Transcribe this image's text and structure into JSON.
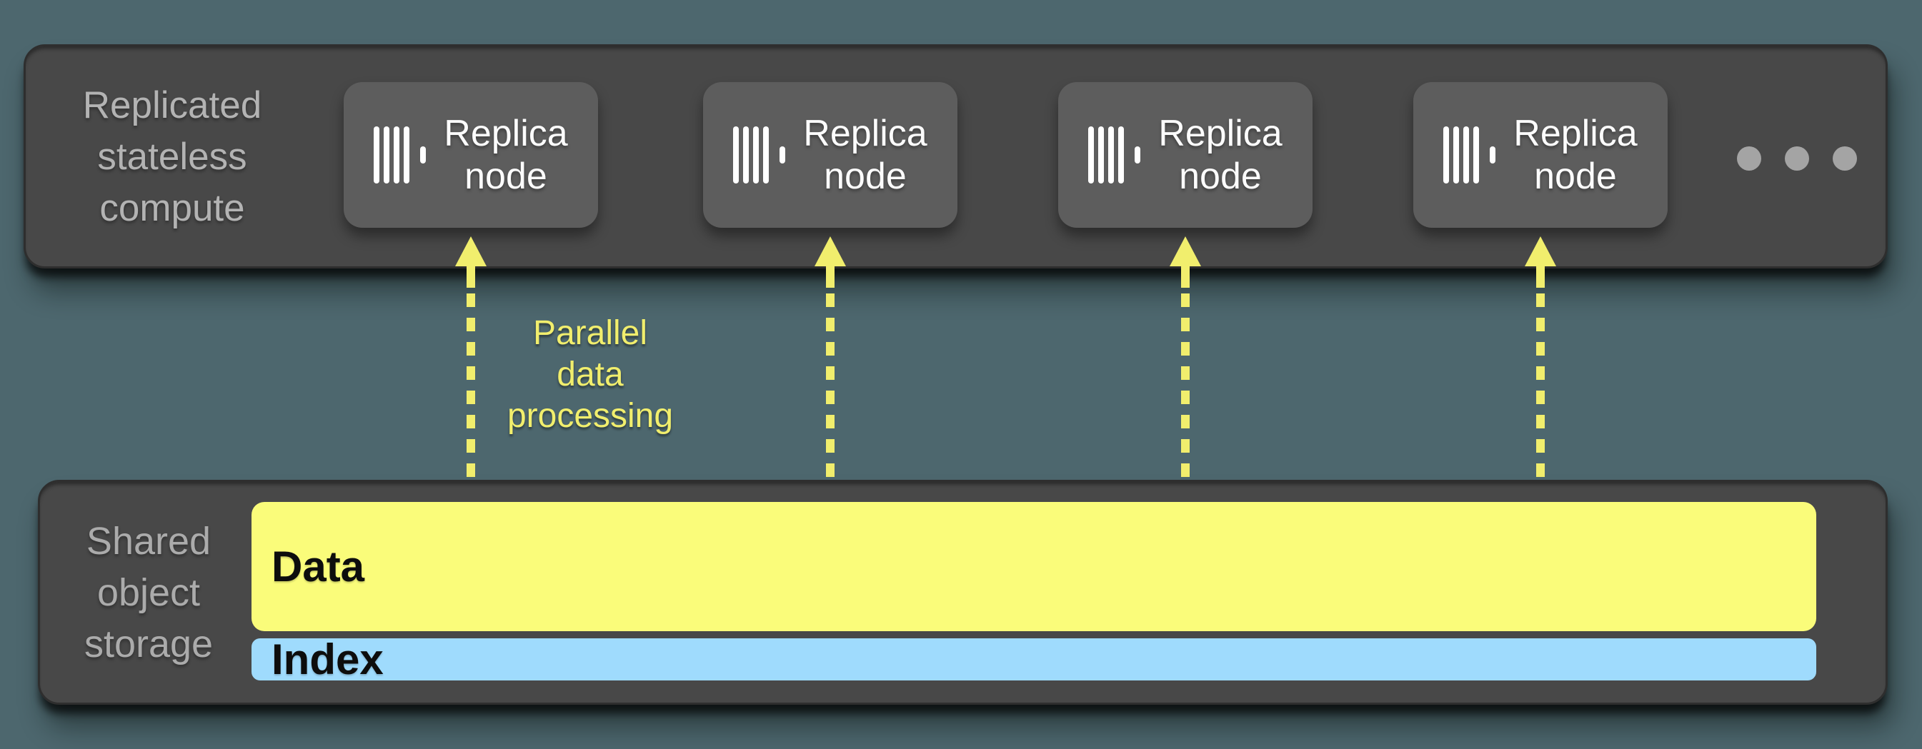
{
  "colors": {
    "background": "#4d676e",
    "panel": "#484848",
    "panel_edge": "#2e2e2e",
    "node": "#5d5d5d",
    "node_text": "#fcfcfc",
    "compute_label": "#b3b3b3",
    "storage_label": "#ababab",
    "accent_yellow": "#f1ee6d",
    "data_bar": "#fafc7a",
    "index_bar": "#9fdbfd",
    "bar_text": "#0d0d0d",
    "ellipsis_dot": "#a4a4a4",
    "icon": "#ffffff"
  },
  "compute": {
    "label_lines": [
      "Replicated",
      "stateless",
      "compute"
    ],
    "nodes": [
      {
        "icon": "vertical-bars-icon",
        "line1": "Replica",
        "line2": "node"
      },
      {
        "icon": "vertical-bars-icon",
        "line1": "Replica",
        "line2": "node"
      },
      {
        "icon": "vertical-bars-icon",
        "line1": "Replica",
        "line2": "node"
      },
      {
        "icon": "vertical-bars-icon",
        "line1": "Replica",
        "line2": "node"
      }
    ],
    "ellipsis_dots": 3
  },
  "flow": {
    "label_lines": [
      "Parallel",
      "data",
      "processing"
    ],
    "arrow_count": 4,
    "direction": "storage-to-compute"
  },
  "storage": {
    "label_lines": [
      "Shared",
      "object",
      "storage"
    ],
    "bars": [
      {
        "label": "Data"
      },
      {
        "label": "Index"
      }
    ]
  }
}
